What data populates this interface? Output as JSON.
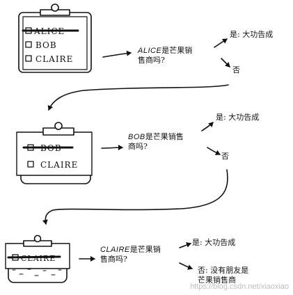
{
  "clipboard1": {
    "items": [
      "ALICE",
      "BOB",
      "CLAIRE"
    ]
  },
  "clipboard2": {
    "items": [
      "BOB",
      "CLAIRE"
    ]
  },
  "clipboard3": {
    "items": [
      "CLAIRE"
    ]
  },
  "q1": {
    "name": "ALICE",
    "line1_suffix": "是芒果销",
    "line2": "售商吗?"
  },
  "q2": {
    "name": "BOB",
    "line1_suffix": "是芒果销售",
    "line2": "商吗?"
  },
  "q3": {
    "name": "CLAIRE",
    "line1_suffix": "是芒果销",
    "line2": "售商吗?"
  },
  "yes1": "是: 大功告成",
  "no1": "否",
  "yes2": "是: 大功告成",
  "no2": "否",
  "yes3": "是: 大功告成",
  "no3_line1": "否: 没有朋友是",
  "no3_line2": "芒果销售商",
  "watermark": "https://blog.csdn.net/xiaoxiao"
}
